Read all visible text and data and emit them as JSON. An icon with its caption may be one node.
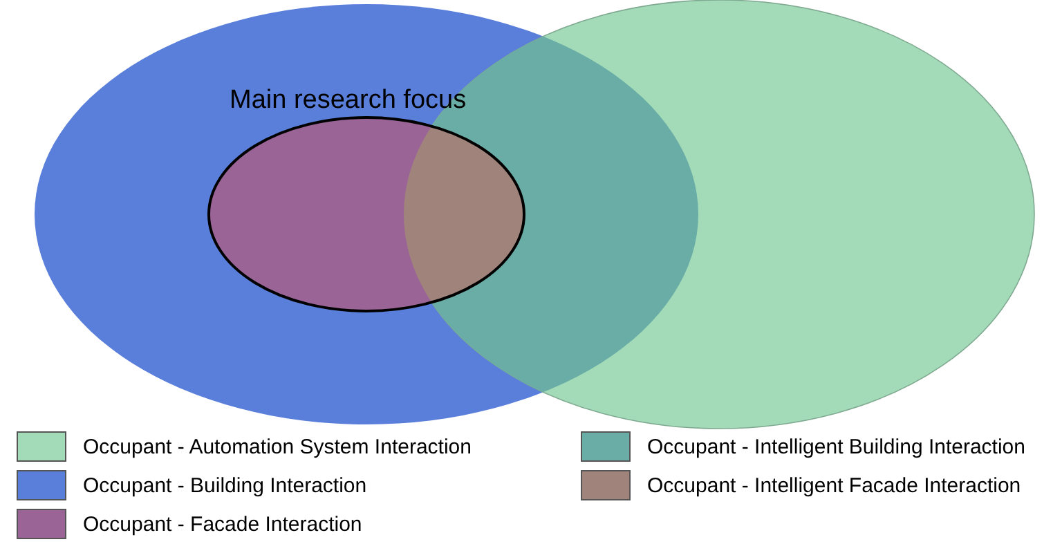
{
  "diagram": {
    "nodes": [
      {
        "text": [
          "Main research focus"
        ]
      }
    ],
    "edges": [],
    "legend": [
      {
        "text": "Occupant - Automation System Interaction",
        "color": "#a3dbb8"
      },
      {
        "text": "Occupant - Building Interaction",
        "color": "#5a7fdb"
      },
      {
        "text": "Occupant - Facade Interaction",
        "color": "#9a6496"
      },
      {
        "text": "Occupant - Intelligent Building Interaction",
        "color": "#69ada6"
      },
      {
        "text": "Occupant - Intelligent Facade Interaction",
        "color": "#a0847b"
      }
    ]
  }
}
